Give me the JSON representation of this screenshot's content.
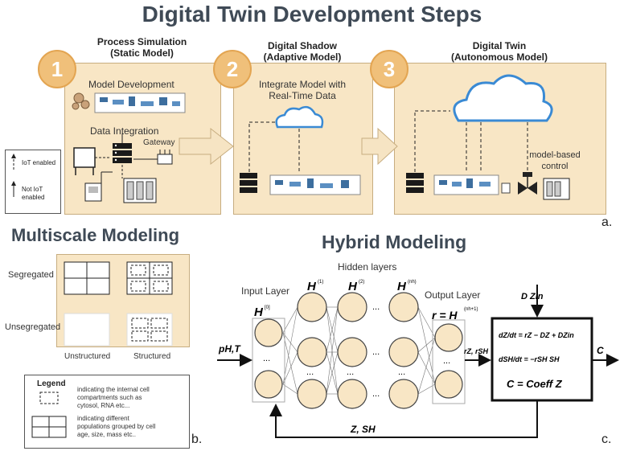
{
  "title": "Digital Twin Development Steps",
  "steps": [
    {
      "num": "1",
      "title": "Process Simulation",
      "subtitle": "(Static Model)",
      "text1": "Model Development",
      "text2": "Data Integration",
      "text3": "Gateway"
    },
    {
      "num": "2",
      "title": "Digital Shadow",
      "subtitle": "(Adaptive Model)",
      "text1": "Integrate Model with",
      "text2": "Real-Time Data"
    },
    {
      "num": "3",
      "title": "Digital Twin",
      "subtitle": "(Autonomous Model)",
      "text1": "model-based",
      "text2": "control"
    }
  ],
  "iot_legend": {
    "enabled": "IoT enabled",
    "not_line1": "Not IoT",
    "not_line2": "enabled"
  },
  "panel_labels": {
    "a": "a.",
    "b": "b.",
    "c": "c."
  },
  "multiscale": {
    "title": "Multiscale Modeling",
    "row_segregated": "Segregated",
    "row_unsegregated": "Unsegregated",
    "col_unstructured": "Unstructured",
    "col_structured": "Structured",
    "legend_title": "Legend",
    "legend_item1_l1": "indicating the internal cell",
    "legend_item1_l2": "compartments such as",
    "legend_item1_l3": "cytosol, RNA etc...",
    "legend_item2_l1": "indicating different",
    "legend_item2_l2": "populations grouped by cell",
    "legend_item2_l3": "age, size, mass etc.."
  },
  "hybrid": {
    "title": "Hybrid Modeling",
    "hidden_layers": "Hidden layers",
    "input_layer": "Input Layer",
    "output_layer": "Output Layer",
    "h_symbol": "H",
    "h_sup0": "[0]",
    "h_sup1": "(1)",
    "h_sup2": "(2)",
    "h_supn": "(nh)",
    "r_eq": "r = H",
    "r_sup": "(nh+1)",
    "input_var": "pH,T",
    "rates": "rZ, rSH",
    "feedback": "Z, SH",
    "inputs_top": "D  ZIn",
    "out_var": "C",
    "eq1": "dZ/dt = rZ − DZ + DZin",
    "eq2": "dSH/dt = −rSH SH",
    "eq3": "C = Coeff Z",
    "dots": "..."
  }
}
